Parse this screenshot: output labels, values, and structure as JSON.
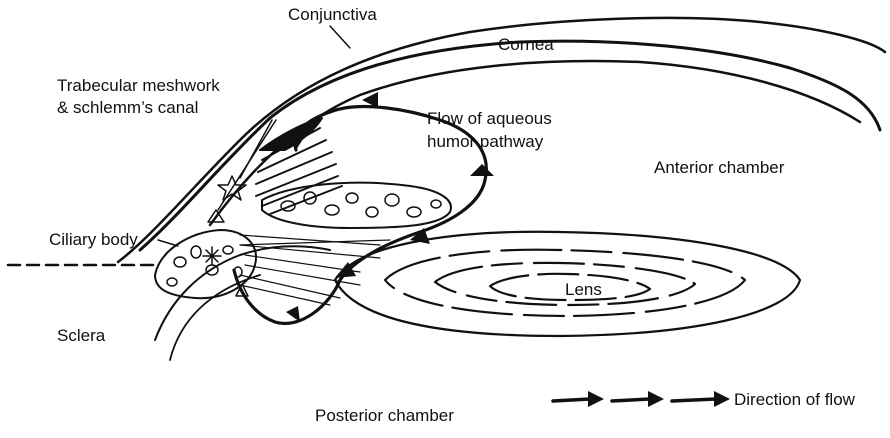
{
  "labels": {
    "conjunctiva": "Conjunctiva",
    "cornea": "Cornea",
    "trabecular_line1": "Trabecular meshwork",
    "trabecular_line2": "& schlemm’s canal",
    "flow_line1": "Flow of aqueous",
    "flow_line2": "humor pathway",
    "anterior_chamber": "Anterior chamber",
    "ciliary_body": "Ciliary body",
    "lens": "Lens",
    "sclera": "Sclera",
    "posterior_chamber": "Posterior chamber",
    "direction_of_flow": "Direction of flow"
  },
  "colors": {
    "ink": "#111111",
    "background": "#ffffff"
  }
}
